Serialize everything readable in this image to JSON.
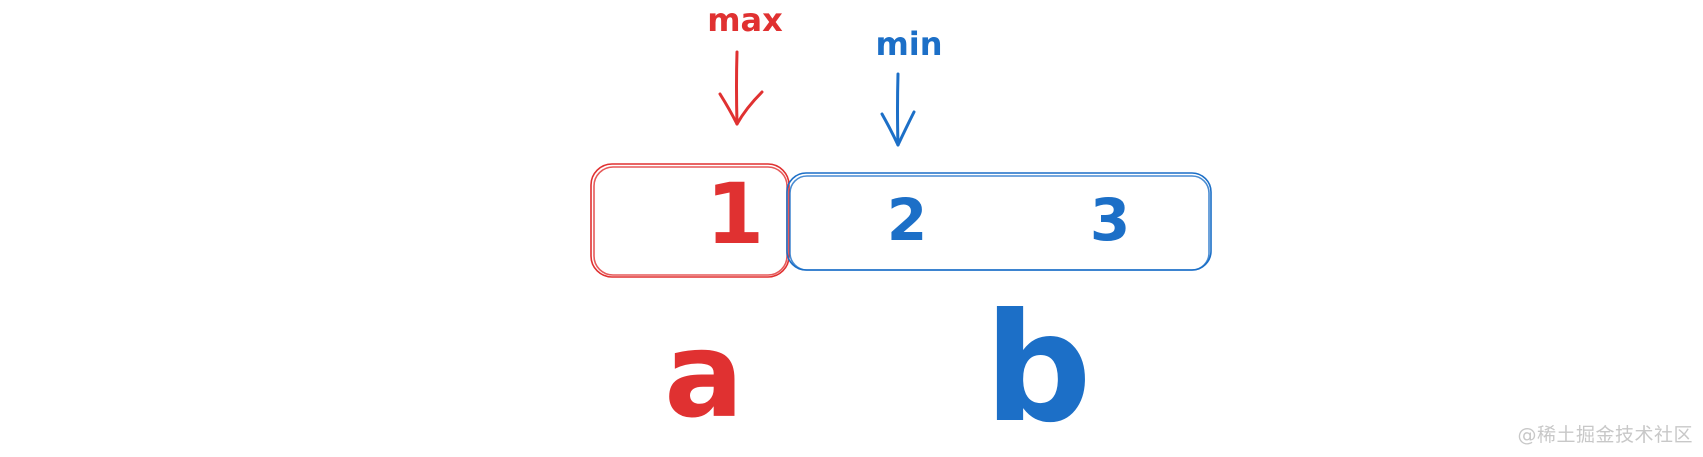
{
  "colors": {
    "left_group": "#e03131",
    "right_group": "#1c6fc7",
    "watermark": "#c8c8c8",
    "background": "#ffffff"
  },
  "pointers": {
    "max": {
      "label": "max",
      "color_key": "left_group"
    },
    "min": {
      "label": "min",
      "color_key": "right_group"
    }
  },
  "array": {
    "cells": [
      {
        "value": "1",
        "group": "a"
      },
      {
        "value": "2",
        "group": "b"
      },
      {
        "value": "3",
        "group": "b"
      }
    ]
  },
  "groups": {
    "a": {
      "label": "a",
      "color_key": "left_group"
    },
    "b": {
      "label": "b",
      "color_key": "right_group"
    }
  },
  "icons": {
    "max_pointer": "arrow-down-icon",
    "min_pointer": "arrow-down-icon"
  },
  "watermark": {
    "text": "@稀土掘金技术社区"
  }
}
